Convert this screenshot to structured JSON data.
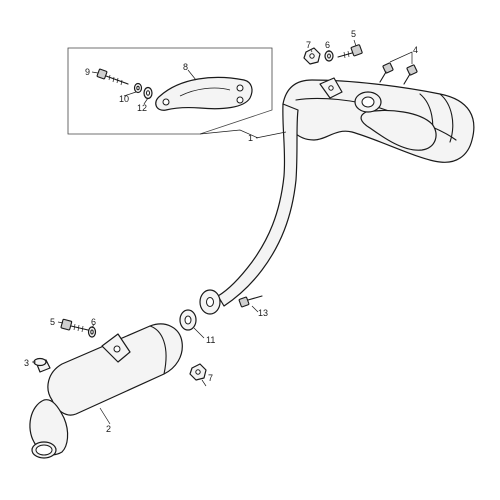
{
  "callouts": {
    "c1": "1",
    "c2": "2",
    "c3": "3",
    "c4": "4",
    "c5a": "5",
    "c5b": "5",
    "c6a": "6",
    "c6b": "6",
    "c7a": "7",
    "c7b": "7",
    "c8": "8",
    "c9": "9",
    "c10": "10",
    "c11": "11",
    "c12": "12",
    "c13": "13"
  },
  "colors": {
    "stroke": "#1a1a1a",
    "fill": "#f4f4f4",
    "background": "#ffffff"
  }
}
